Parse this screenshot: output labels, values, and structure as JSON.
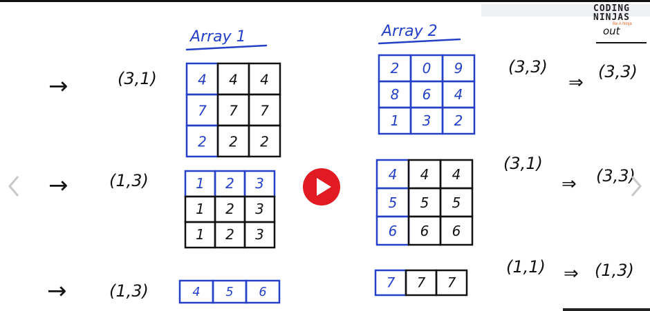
{
  "brand": {
    "name_line1": "CODING",
    "name_line2": "NINJAS",
    "tagline": "Be A Ninja"
  },
  "headers": {
    "array1": "Array 1",
    "array2": "Array 2",
    "out": "out"
  },
  "rows": [
    {
      "arrow": "→",
      "shape1": "(3,1)",
      "array1": [
        [
          "4",
          "4",
          "4"
        ],
        [
          "7",
          "7",
          "7"
        ],
        [
          "2",
          "2",
          "2"
        ]
      ],
      "array2": [
        [
          "2",
          "0",
          "9"
        ],
        [
          "8",
          "6",
          "4"
        ],
        [
          "1",
          "3",
          "2"
        ]
      ],
      "shape2": "(3,3)",
      "implies": "⇒",
      "out": "(3,3)"
    },
    {
      "arrow": "→",
      "shape1": "(1,3)",
      "array1": [
        [
          "1",
          "2",
          "3"
        ],
        [
          "1",
          "2",
          "3"
        ],
        [
          "1",
          "2",
          "3"
        ]
      ],
      "array2": [
        [
          "4",
          "4",
          "4"
        ],
        [
          "5",
          "5",
          "5"
        ],
        [
          "6",
          "6",
          "6"
        ]
      ],
      "shape2": "(3,1)",
      "implies": "⇒",
      "out": "(3,3)"
    },
    {
      "arrow": "→",
      "shape1": "(1,3)",
      "array1": [
        [
          "4",
          "5",
          "6"
        ]
      ],
      "array2": [
        [
          "7",
          "7",
          "7"
        ]
      ],
      "shape2": "(1,1)",
      "implies": "⇒",
      "out": "(1,3)"
    }
  ],
  "controls": {
    "prev": "‹",
    "next": "›"
  },
  "colors": {
    "ink_blue": "#2440c8",
    "ink_black": "#111111",
    "play_red": "#e21b23",
    "brand_orange": "#e8672a"
  }
}
